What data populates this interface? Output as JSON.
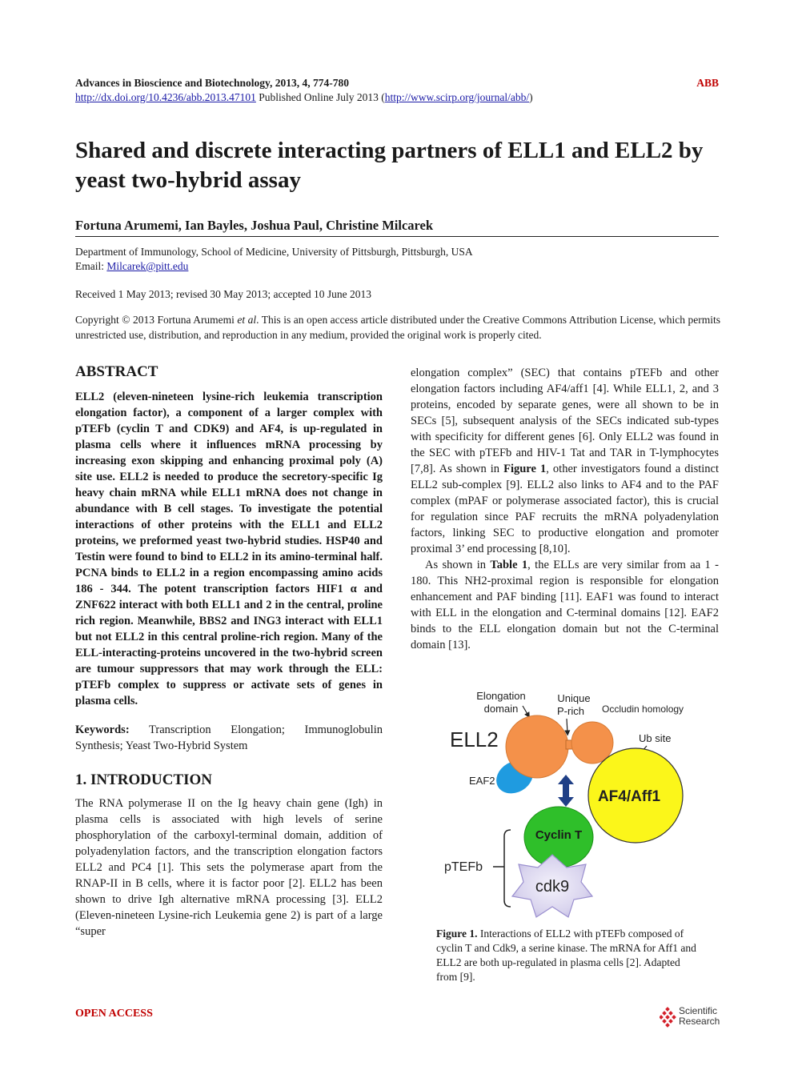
{
  "header": {
    "journal": "Advances in Bioscience and Biotechnology, 2013, 4, 774-780",
    "abbrev": "ABB",
    "doi": "http://dx.doi.org/10.4236/abb.2013.47101",
    "published": " Published Online July 2013 (",
    "url": "http://www.scirp.org/journal/abb/",
    "close": ")"
  },
  "title": "Shared and discrete interacting partners of ELL1 and ELL2 by yeast two-hybrid assay",
  "authors": "Fortuna Arumemi, Ian Bayles, Joshua Paul, Christine Milcarek",
  "affiliation": "Department of Immunology, School of Medicine, University of Pittsburgh, Pittsburgh, USA",
  "email_label": "Email: ",
  "email": "Milcarek@pitt.edu",
  "received": "Received 1 May 2013; revised 30 May 2013; accepted 10 June 2013",
  "copyright": {
    "pre": "Copyright © 2013 Fortuna Arumemi ",
    "etal": "et al",
    "post": ". This is an open access article distributed under the Creative Commons Attribution License, which permits unrestricted use, distribution, and reproduction in any medium, provided the original work is properly cited."
  },
  "abstract": {
    "heading": "ABSTRACT",
    "text": "ELL2 (eleven-nineteen lysine-rich leukemia transcription elongation factor), a component of a larger complex with pTEFb (cyclin T and CDK9) and AF4, is up-regulated in plasma cells where it influences mRNA processing by increasing exon skipping and enhancing proximal poly (A) site use. ELL2 is needed to produce the secretory-specific Ig heavy chain mRNA while ELL1 mRNA does not change in abundance with B cell stages. To investigate the potential interactions of other proteins with the ELL1 and ELL2 proteins, we preformed yeast two-hybrid studies. HSP40 and Testin were found to bind to ELL2 in its amino-terminal half. PCNA binds to ELL2 in a region encompassing amino acids 186 - 344. The potent transcription factors HIF1 α and ZNF622 interact with both ELL1 and 2 in the central, proline rich region. Meanwhile, BBS2 and ING3 interact with ELL1 but not ELL2 in this central proline-rich region. Many of the ELL-interacting-proteins uncovered in the two-hybrid screen are tumour suppressors that may work through the ELL: pTEFb complex to suppress or activate sets of genes in plasma cells."
  },
  "keywords": {
    "label": "Keywords:",
    "text": " Transcription Elongation; Immunoglobulin Synthesis; Yeast Two-Hybrid System"
  },
  "intro": {
    "heading": "1. INTRODUCTION",
    "p1": "The RNA polymerase II on the Ig heavy chain gene (Igh) in plasma cells is associated with high levels of serine phosphorylation of the carboxyl-terminal domain, addition of polyadenylation factors, and the transcription elongation factors ELL2 and PC4 [1]. This sets the polymerase apart from the RNAP-II in B cells, where it is factor poor [2]. ELL2 has been shown to drive Igh alternative mRNA processing [3]. ELL2 (Eleven-nineteen Lysine-rich Leukemia gene 2) is part of a large “super"
  },
  "right": {
    "p1_a": "elongation complex” (SEC) that contains pTEFb and other elongation factors including AF4/aff1 [4]. While ELL1, 2, and 3 proteins, encoded by separate genes, were all shown to be in SECs [5], subsequent analysis of the SECs indicated sub-types with specificity for different genes [6]. Only ELL2 was found in the SEC with pTEFb and HIV-1 Tat and TAR in T-lymphocytes [7,8]. As shown in ",
    "p1_fig": "Figure 1",
    "p1_b": ", other investigators found a distinct ELL2 sub-complex [9]. ELL2 also links to AF4 and to the PAF complex (mPAF or polymerase associated factor), this is crucial for regulation since PAF recruits the mRNA polyadenylation factors, linking SEC to productive elongation and promoter proximal 3’ end processing [8,10].",
    "p2_a": "As shown in ",
    "p2_tab": "Table 1",
    "p2_b": ", the ELLs are very similar from aa 1 - 180. This NH2-proximal region is responsible for elongation enhancement and PAF binding [11]. EAF1 was found to interact with ELL in the elongation and C-terminal domains [12]. EAF2 binds to the ELL elongation domain but not the C-terminal domain [13]."
  },
  "figure": {
    "elongation_domain_1": "Elongation",
    "elongation_domain_2": "domain",
    "unique_1": "Unique",
    "unique_2": "P-rich",
    "occludin": "Occludin homology",
    "ell2": "ELL2",
    "ub_site": "Ub site",
    "eaf2": "EAF2",
    "af4": "AF4/Aff1",
    "cyclin": "Cyclin T",
    "ptefb": "pTEFb",
    "cdk9": "cdk9",
    "colors": {
      "ell2": "#f4914a",
      "eaf2": "#1f9be0",
      "af4": "#fbf61a",
      "cyclin": "#2fbf2a",
      "cdk9": "#e4e0f5",
      "arrow": "#1f3f86"
    }
  },
  "caption": {
    "label": "Figure 1.",
    "text": " Interactions of ELL2 with pTEFb composed of cyclin T and Cdk9, a serine kinase. The mRNA for Aff1 and ELL2 are both up-regulated in plasma cells [2]. Adapted from [9]."
  },
  "footer": {
    "open_access": "OPEN ACCESS",
    "logo_1": "Scientific",
    "logo_2": "Research"
  }
}
